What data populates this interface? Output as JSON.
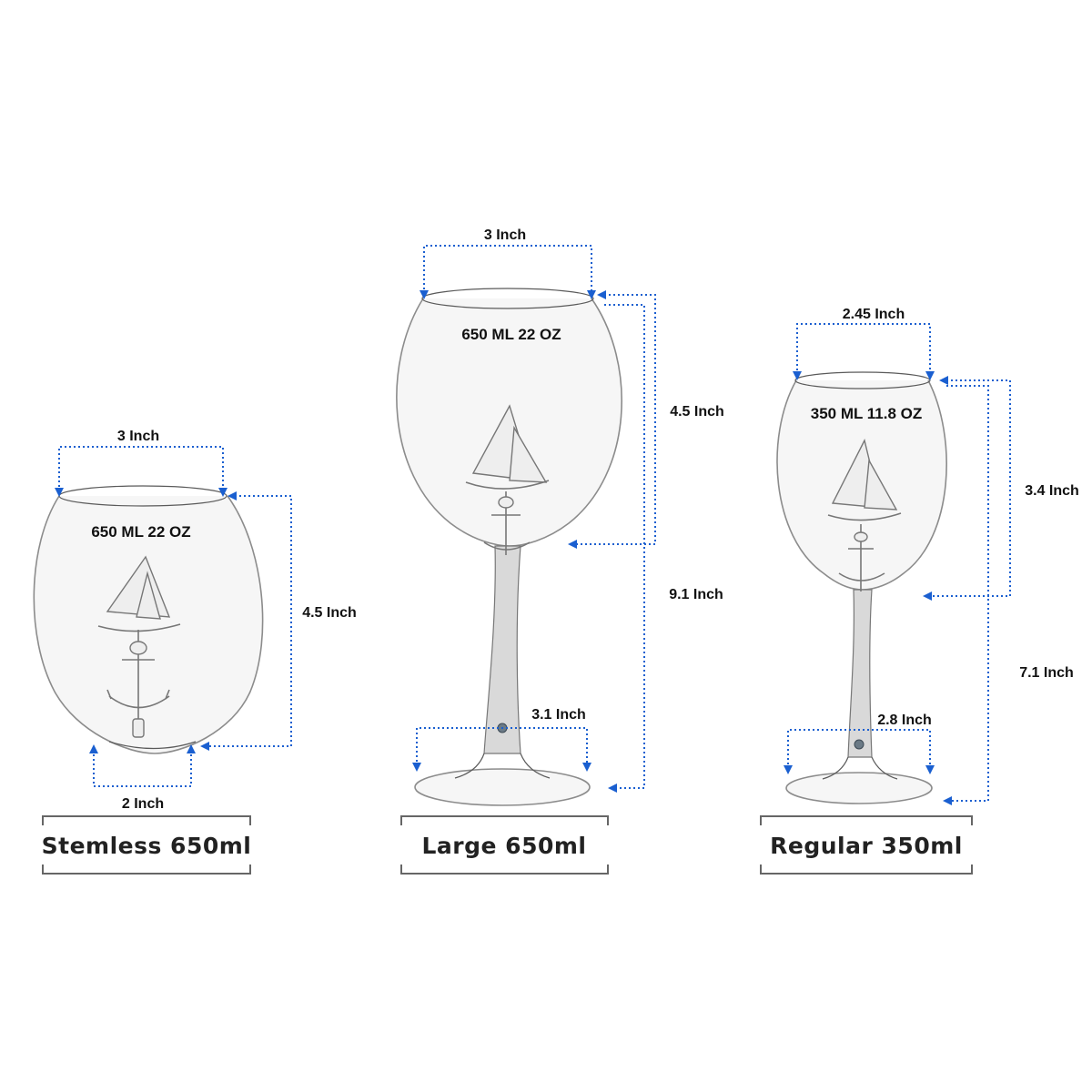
{
  "colors": {
    "dimension_line": "#1a5fd0",
    "label_box": "#666666"
  },
  "glasses": [
    {
      "label": "Stemless 650ml",
      "capacity": "650 ML 22 OZ",
      "dims": {
        "top": "3 Inch",
        "height": "4.5 Inch",
        "bottom": "2 Inch"
      }
    },
    {
      "label": "Large 650ml",
      "capacity": "650 ML 22 OZ",
      "dims": {
        "top": "3 Inch",
        "bowl": "4.5 Inch",
        "total": "9.1 Inch",
        "base": "3.1 Inch"
      }
    },
    {
      "label": "Regular 350ml",
      "capacity": "350 ML 11.8 OZ",
      "dims": {
        "top": "2.45 Inch",
        "bowl": "3.4 Inch",
        "total": "7.1 Inch",
        "base": "2.8 Inch"
      }
    }
  ]
}
